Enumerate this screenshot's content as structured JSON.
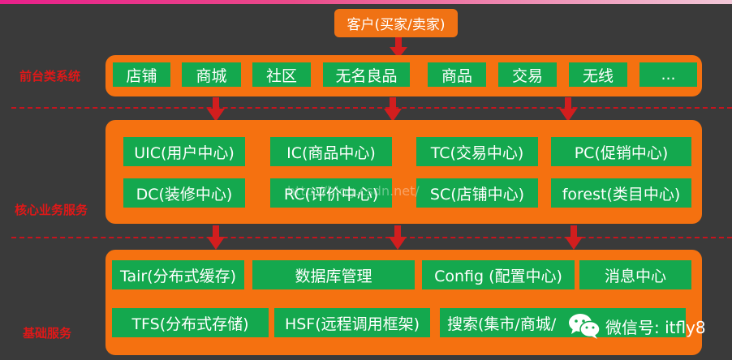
{
  "top": {
    "client_label": "客户(买家/卖家)"
  },
  "layers": {
    "frontend": {
      "label": "前台类系统",
      "items": [
        "店铺",
        "商城",
        "社区",
        "无名良品",
        "商品",
        "交易",
        "无线",
        "..."
      ]
    },
    "core": {
      "label": "核心业务服务",
      "items": [
        "UIC(用户中心)",
        "IC(商品中心)",
        "TC(交易中心)",
        "PC(促销中心)",
        "DC(装修中心)",
        "RC(评价中心)",
        "SC(店铺中心)",
        "forest(类目中心)"
      ]
    },
    "base": {
      "label": "基础服务",
      "items": [
        "Tair(分布式缓存)",
        "数据库管理",
        "Config (配置中心)",
        "消息中心",
        "TFS(分布式存储)",
        "HSF(远程调用框架)",
        "搜索(集市/商城/"
      ]
    }
  },
  "watermark": "http://blog.csdn.net/",
  "wechat": {
    "label": "微信号: itfly8"
  },
  "colors": {
    "background": "#3a3a3a",
    "panel": "#f57110",
    "box": "#14a84e",
    "label": "#e01818",
    "divider": "#c8141e"
  }
}
